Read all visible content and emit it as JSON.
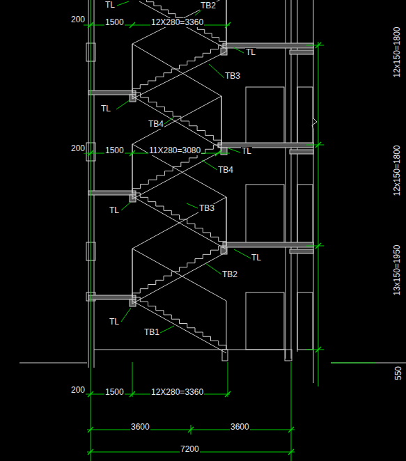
{
  "diagram": {
    "labels": [
      "TL",
      "TB2",
      "200",
      "1500",
      "12X280=3360",
      "TL",
      "TB3",
      "12x150=1800",
      "TL",
      "TB4",
      "200",
      "1500",
      "11X280=3080",
      "TL",
      "TB4",
      "12x150=1800",
      "TB3",
      "TL",
      "TL",
      "TB2",
      "13x150=1950",
      "TL",
      "TB1",
      "200",
      "1500",
      "12X280=3360",
      "3600",
      "3600",
      "7200",
      "550"
    ]
  }
}
